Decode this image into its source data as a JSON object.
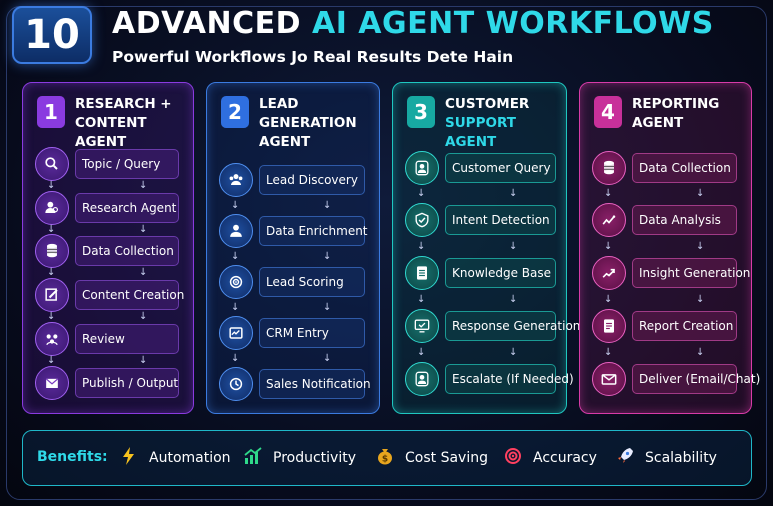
{
  "header": {
    "number": "10",
    "title_part1": "ADVANCED ",
    "title_part2": "AI AGENT WORKFLOWS",
    "subtitle": "Powerful Workflows Jo Real Results Dete Hain"
  },
  "panels": [
    {
      "number": "1",
      "title_line1": "RESEARCH +",
      "title_line2": "CONTENT AGENT",
      "title_line3": "",
      "steps": [
        {
          "label": "Topic / Query",
          "icon": "magnifier-icon"
        },
        {
          "label": "Research Agent",
          "icon": "user-search-icon"
        },
        {
          "label": "Data Collection",
          "icon": "database-icon"
        },
        {
          "label": "Content Creation",
          "icon": "edit-icon"
        },
        {
          "label": "Review",
          "icon": "people-icon"
        },
        {
          "label": "Publish / Output",
          "icon": "send-icon"
        }
      ]
    },
    {
      "number": "2",
      "title_line1": "LEAD",
      "title_line2": "GENERATION",
      "title_line3": "AGENT",
      "steps": [
        {
          "label": "Lead Discovery",
          "icon": "group-icon"
        },
        {
          "label": "Data Enrichment",
          "icon": "user-icon"
        },
        {
          "label": "Lead Scoring",
          "icon": "target-icon"
        },
        {
          "label": "CRM Entry",
          "icon": "crm-icon"
        },
        {
          "label": "Sales Notification",
          "icon": "clock-icon"
        }
      ]
    },
    {
      "number": "3",
      "title_line1": "CUSTOMER",
      "title_line2": "SUPPORT AGENT",
      "title_line3": "",
      "steps": [
        {
          "label": "Customer Query",
          "icon": "person-icon"
        },
        {
          "label": "Intent Detection",
          "icon": "shield-check-icon"
        },
        {
          "label": "Knowledge Base",
          "icon": "document-list-icon"
        },
        {
          "label": "Response Generation",
          "icon": "monitor-check-icon"
        },
        {
          "label": "Escalate (If Needed)",
          "icon": "agent-icon"
        }
      ]
    },
    {
      "number": "4",
      "title_line1": "REPORTING",
      "title_line2": "AGENT",
      "title_line3": "",
      "steps": [
        {
          "label": "Data Collection",
          "icon": "database-icon"
        },
        {
          "label": "Data Analysis",
          "icon": "chart-line-icon"
        },
        {
          "label": "Insight Generation",
          "icon": "trend-icon"
        },
        {
          "label": "Report Creation",
          "icon": "report-icon"
        },
        {
          "label": "Deliver (Email/Chat)",
          "icon": "mail-icon"
        }
      ]
    }
  ],
  "benefits": {
    "label": "Benefits:",
    "items": [
      {
        "label": "Automation",
        "icon": "lightning-icon"
      },
      {
        "label": "Productivity",
        "icon": "growth-chart-icon"
      },
      {
        "label": "Cost Saving",
        "icon": "money-bag-icon"
      },
      {
        "label": "Accuracy",
        "icon": "target-icon"
      },
      {
        "label": "Scalability",
        "icon": "rocket-icon"
      }
    ]
  },
  "colors": {
    "accent_cyan": "#2fd9e8",
    "panel1": "#8a3be0",
    "panel2": "#3b7be0",
    "panel3": "#1fc7c0",
    "panel4": "#d83ba8"
  }
}
